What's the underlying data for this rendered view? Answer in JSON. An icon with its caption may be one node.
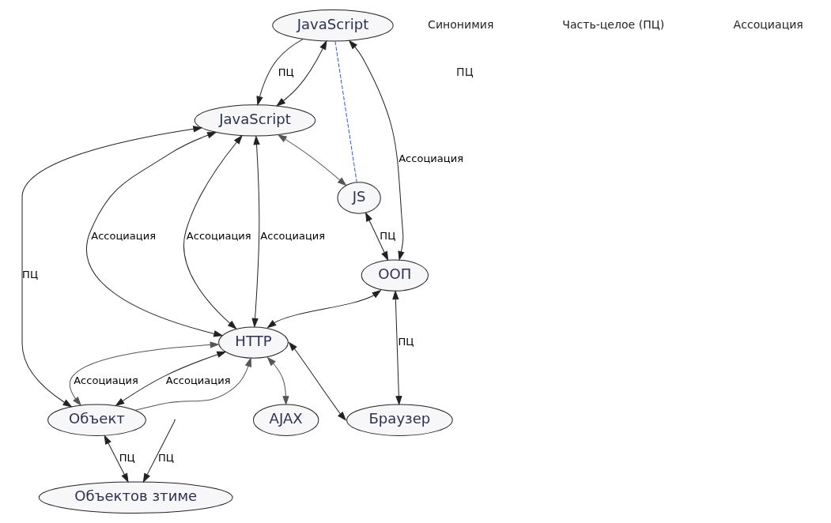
{
  "diagram": {
    "nodes": [
      {
        "text": [
          "JavaScript"
        ]
      },
      {
        "text": [
          "JS"
        ]
      },
      {
        "text": [
          "JavaScript"
        ]
      },
      {
        "text": [
          "ООП"
        ]
      },
      {
        "text": [
          "Объект"
        ]
      },
      {
        "text": [
          "HTTP"
        ]
      },
      {
        "text": [
          "Браузер"
        ]
      },
      {
        "text": [
          "Объектов зтиме"
        ]
      },
      {
        "text": [
          "AJAX"
        ]
      }
    ],
    "edges": [
      {
        "from": 0,
        "to": 1,
        "arrow": "none",
        "style": "dashed",
        "color": "#2a5bd7"
      },
      {
        "from": 0,
        "to": 2,
        "arrow": "to",
        "label": "ПЦ"
      },
      {
        "from": 2,
        "to": 0,
        "arrow": "both"
      },
      {
        "from": 2,
        "to": 1,
        "arrow": "both",
        "color": "#555555"
      },
      {
        "from": 0,
        "to": 3,
        "arrow": "both",
        "label": "Ассоциация"
      },
      {
        "from": 1,
        "to": 3,
        "arrow": "both",
        "label": "ПЦ"
      },
      {
        "from": 2,
        "to": 5,
        "arrow": "both",
        "label": "Ассоциация"
      },
      {
        "from": 2,
        "to": 5,
        "arrow": "both",
        "label": "Ассоциация"
      },
      {
        "from": 2,
        "to": 5,
        "arrow": "both",
        "label": "Ассоциация"
      },
      {
        "from": 2,
        "to": 4,
        "arrow": "both",
        "label": "ПЦ"
      },
      {
        "from": 3,
        "to": 5,
        "arrow": "both"
      },
      {
        "from": 3,
        "to": 6,
        "arrow": "both",
        "label": "ПЦ"
      },
      {
        "from": 4,
        "to": 5,
        "arrow": "both",
        "label": "Ассоциация"
      },
      {
        "from": 5,
        "to": 4,
        "arrow": "both",
        "label": "Ассоциация",
        "color": "#555555"
      },
      {
        "from": 4,
        "to": 5,
        "arrow": "to",
        "color": "#555555"
      },
      {
        "from": 5,
        "to": 6,
        "arrow": "both"
      },
      {
        "from": 4,
        "to": 7,
        "arrow": "both",
        "label": "ПЦ"
      },
      {
        "from": null,
        "to": 7,
        "arrow": "to",
        "label": "ПЦ"
      },
      {
        "from": 5,
        "to": 8,
        "arrow": "both",
        "color": "#555555"
      }
    ],
    "labels": [
      "ПЦ"
    ],
    "legend": [
      {
        "text": "Синонимия"
      },
      {
        "text": "Часть-целое (ПЦ)"
      },
      {
        "text": "Ассоциация"
      }
    ]
  }
}
